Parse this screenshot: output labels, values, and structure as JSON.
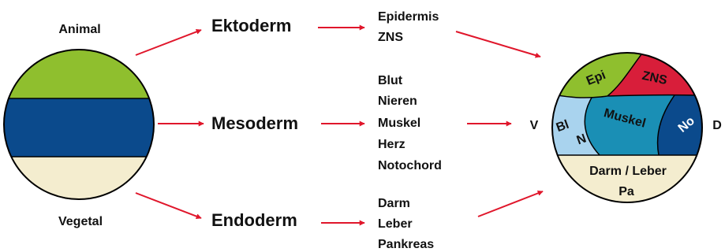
{
  "colors": {
    "animal_pole": "#8fbf2e",
    "mesoderm_band": "#0b4a8c",
    "vegetal_pole": "#f4edcf",
    "epidermis_region": "#8fbf2e",
    "zns_region": "#d81e3a",
    "blood_kidney_region": "#a9d3ee",
    "muscle_region": "#1a8fb5",
    "notochord_region": "#0b4a8c",
    "endoderm_region": "#f4edcf",
    "arrow": "#e0162b",
    "outline": "#000000"
  },
  "left_sphere": {
    "animal_label": "Animal",
    "vegetal_label": "Vegetal"
  },
  "germ_layers": {
    "ectoderm": "Ektoderm",
    "mesoderm": "Mesoderm",
    "endoderm": "Endoderm"
  },
  "tissues": {
    "ectoderm": [
      "Epidermis",
      "ZNS"
    ],
    "mesoderm": [
      "Blut",
      "Nieren",
      "Muskel",
      "Herz",
      "Notochord"
    ],
    "endoderm": [
      "Darm",
      "Leber",
      "Pankreas"
    ]
  },
  "fate_map": {
    "ventral_label": "V",
    "dorsal_label": "D",
    "regions": {
      "epi": "Epi",
      "zns": "ZNS",
      "bl": "Bl",
      "n": "N",
      "muskel": "Muskel",
      "no": "No",
      "darm_leber": "Darm / Leber",
      "pa": "Pa"
    }
  }
}
